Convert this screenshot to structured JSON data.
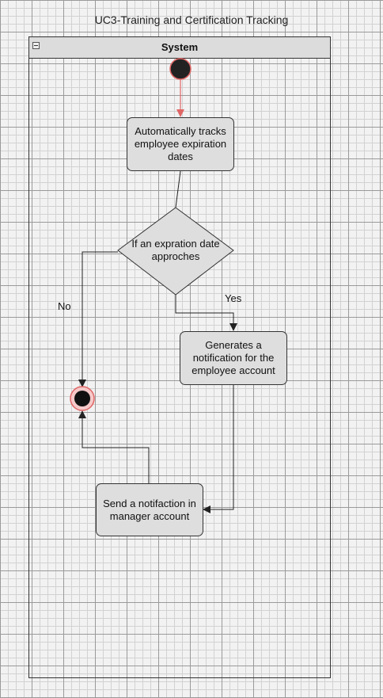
{
  "diagram": {
    "title": "UC3-Training and Certification Tracking",
    "frame": {
      "title": "System"
    },
    "nodes": {
      "track": "Automatically tracks employee expiration dates",
      "decision": "If an expration date approches",
      "generate": "Generates a notification for the employee account",
      "send": "Send a notifaction in manager account"
    },
    "edges": {
      "yes": "Yes",
      "no": "No"
    },
    "colors": {
      "node_fill": "#dedede",
      "initial_node": "#222222",
      "highlight": "#e06666",
      "final_node_ring": "#f3a5a5"
    }
  }
}
